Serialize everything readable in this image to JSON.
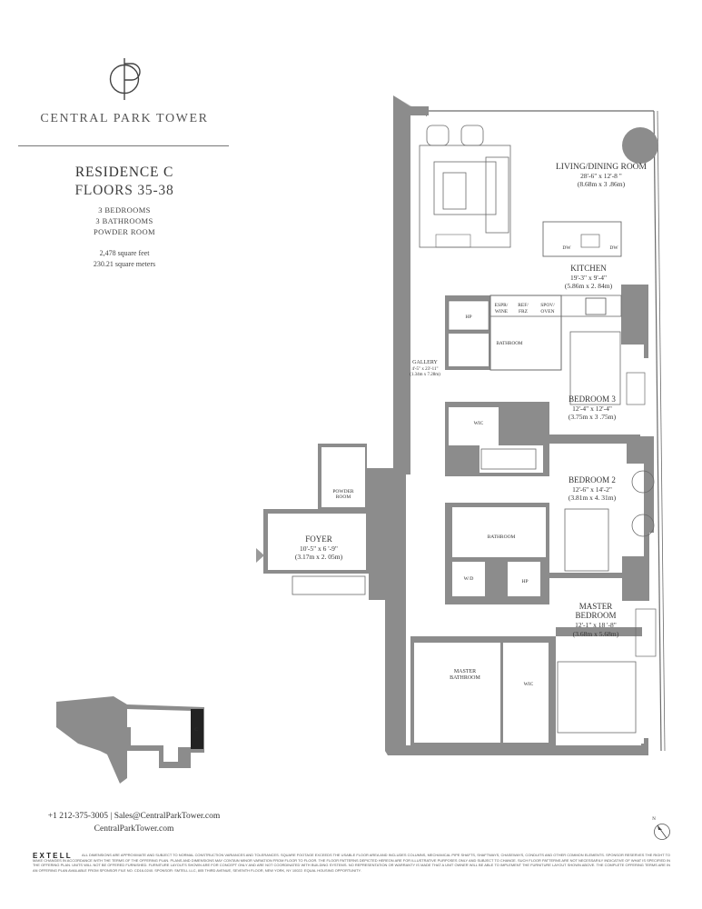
{
  "brand": {
    "name": "CENTRAL PARK TOWER",
    "developer": "EXTELL"
  },
  "residence": {
    "name": "RESIDENCE C",
    "floors": "FLOORS 35-38",
    "bedrooms": "3 BEDROOMS",
    "bathrooms": "3 BATHROOMS",
    "powder": "POWDER ROOM",
    "square_feet": "2,478 square feet",
    "square_meters": "230.21 square meters"
  },
  "rooms": {
    "living": {
      "name": "LIVING/DINING ROOM",
      "dim_imperial": "28'-6\" x 12'-8 \"",
      "dim_metric": "(8.68m x 3 .86m)"
    },
    "kitchen": {
      "name": "KITCHEN",
      "dim_imperial": "19'-3\" x 9'-4\"",
      "dim_metric": "(5.86m x 2. 84m)"
    },
    "gallery": {
      "name": "GALLERY",
      "dim_imperial": "4'-5\" x 23'-11\"",
      "dim_metric": "(1.34m x 7.28m)"
    },
    "bedroom3": {
      "name": "BEDROOM 3",
      "dim_imperial": "12'-4\" x 12'-4\"",
      "dim_metric": "(3.75m x 3 .75m)"
    },
    "bedroom2": {
      "name": "BEDROOM 2",
      "dim_imperial": "12'-6\" x 14'-2\"",
      "dim_metric": "(3.81m x 4. 31m)"
    },
    "foyer": {
      "name": "FOYER",
      "dim_imperial": "10'-5\" x 6 '-9\"",
      "dim_metric": "(3.17m x 2. 05m)"
    },
    "master_bedroom": {
      "line1": "MASTER",
      "line2": "BEDROOM",
      "dim_imperial": "12'-1\" x 18 '-8\"",
      "dim_metric": "(3.68m x 5.68m)"
    },
    "master_bathroom": {
      "line1": "MASTER",
      "line2": "BATHROOM"
    },
    "powder_room": {
      "line1": "POWDER",
      "line2": "ROOM"
    },
    "bathroom": "BATHROOM",
    "wic": "WIC",
    "hp": "HP",
    "wd": "W/D",
    "dw": "DW",
    "espr": {
      "line1": "ESPR/",
      "line2": "WINE"
    },
    "ref": {
      "line1": "REF/",
      "line2": "FRZ"
    },
    "spov": {
      "line1": "SPOV/",
      "line2": "OVEN"
    },
    "keyplan_unit": "C"
  },
  "compass": {
    "label": "N"
  },
  "contact": {
    "phone": "+1 212-375-3005",
    "separator": "|",
    "email": "Sales@CentralParkTower.com",
    "website": "CentralParkTower.com"
  },
  "disclaimer": "ALL DIMENSIONS ARE APPROXIMATE AND SUBJECT TO NORMAL CONSTRUCTION VARIANCES AND TOLERANCES. SQUARE FOOTAGE EXCEEDS THE USABLE FLOOR AREA AND INCLUDES COLUMNS, MECHANICAL PIPE SHAFTS, SHAFTWAYS, CHASEWAYS, CONDUITS AND OTHER COMMON ELEMENTS. SPONSOR RESERVES THE RIGHT TO MAKE CHANGES IN ACCORDANCE WITH THE TERMS OF THE OFFERING PLAN. PLANS AND DIMENSIONS MAY CONTAIN MINOR VARIATION FROM FLOOR TO FLOOR. THE FLOOR PATTERNS DEPICTED HEREON ARE FOR ILLUSTRATIVE PURPOSES ONLY AND SUBJECT TO CHANGE. SUCH FLOOR PATTERNS ARE NOT NECESSARILY INDICATIVE OF WHAT IS SPECIFIED IN THE OFFERING PLAN. UNITS WILL NOT BE OFFERED FURNISHED. FURNITURE LAYOUTS SHOWN ARE FOR CONCEPT ONLY AND ARE NOT COORDINATED WITH BUILDING SYSTEMS. NO REPRESENTATION OR WARRANTY IS MADE THAT A UNIT OWNER WILL BE ABLE TO IMPLEMENT THE FURNITURE LAYOUT SHOWN ABOVE. THE COMPLETE OFFERING TERMS ARE IN AN OFFERING PLAN AVAILABLE FROM SPONSOR FILE NO. CD16-0240. SPONSOR: SMTELL LLC, 805 THIRD AVENUE, SEVENTH FLOOR, NEW YORK, NY 10022. EQUAL HOUSING OPPORTUNITY.",
  "colors": {
    "wall": "#8c8c8c",
    "line": "#6a6a6a",
    "text": "#333333"
  }
}
